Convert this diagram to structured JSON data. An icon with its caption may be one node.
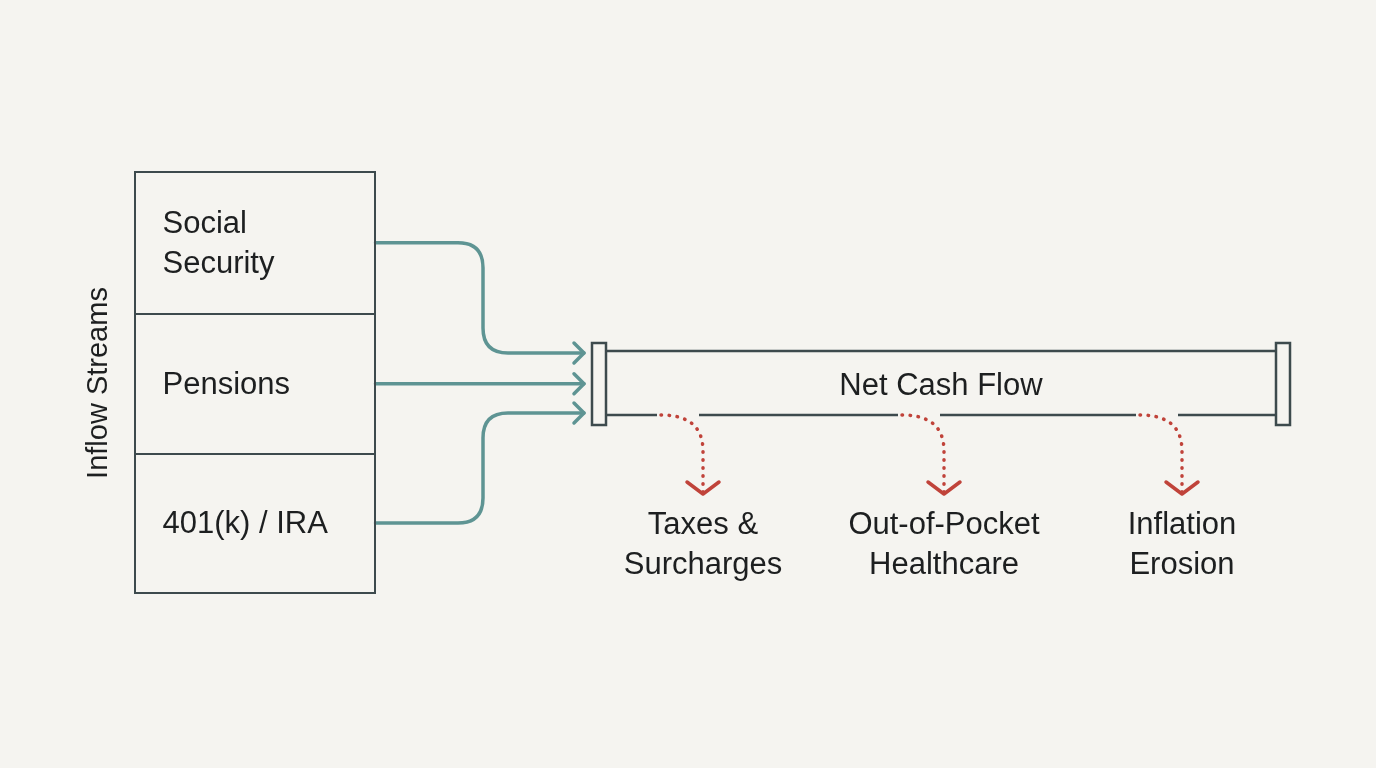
{
  "diagram": {
    "nodes": [
      {
        "text": [
          "Inflow Streams"
        ]
      },
      {
        "text": [
          "Social Security"
        ],
        "in": 0
      },
      {
        "text": [
          "Pensions"
        ],
        "in": 0
      },
      {
        "text": [
          "401(k) / IRA"
        ],
        "in": 0
      },
      {
        "text": [
          "Net Cash Flow"
        ]
      },
      {
        "text": [
          "Taxes & Surcharges"
        ]
      },
      {
        "text": [
          "Out-of-Pocket Healthcare"
        ]
      },
      {
        "text": [
          "Inflation Erosion"
        ]
      }
    ],
    "edges": [
      {
        "from": 1,
        "to": 4,
        "arrow": "to"
      },
      {
        "from": 2,
        "to": 4,
        "arrow": "to"
      },
      {
        "from": 3,
        "to": 4,
        "arrow": "to"
      },
      {
        "from": 4,
        "to": 5,
        "arrow": "to",
        "style": "dashed",
        "color": "#c0433a"
      },
      {
        "from": 4,
        "to": 6,
        "arrow": "to",
        "style": "dashed",
        "color": "#c0433a"
      },
      {
        "from": 4,
        "to": 7,
        "arrow": "to",
        "style": "dashed",
        "color": "#c0433a"
      }
    ]
  }
}
